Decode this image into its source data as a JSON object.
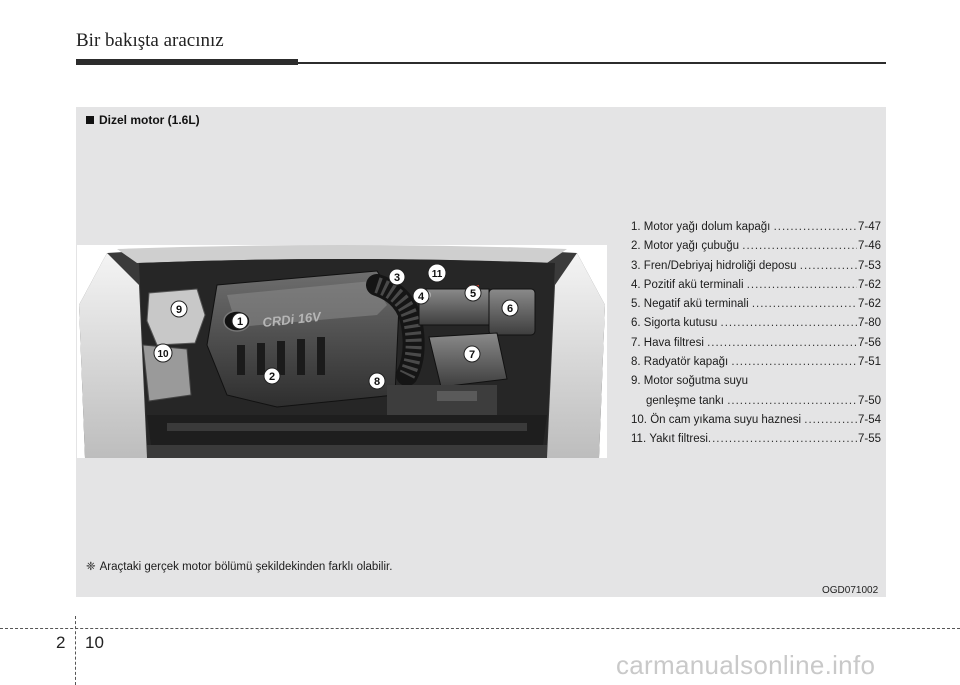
{
  "header": {
    "title": "Bir bakışta aracınız"
  },
  "section": {
    "title": "Dizel motor (1.6L)"
  },
  "engine_label": "CRDi 16V",
  "parts": [
    {
      "num": "1.",
      "name": "Motor yağı dolum kapağı",
      "page": "7-47"
    },
    {
      "num": "2.",
      "name": "Motor yağı çubuğu",
      "page": "7-46"
    },
    {
      "num": "3.",
      "name": "Fren/Debriyaj hidroliği deposu",
      "page": "7-53"
    },
    {
      "num": "4.",
      "name": "Pozitif akü terminali",
      "page": "7-62"
    },
    {
      "num": "5.",
      "name": "Negatif akü terminali",
      "page": "7-62"
    },
    {
      "num": "6.",
      "name": "Sigorta kutusu",
      "page": "7-80"
    },
    {
      "num": "7.",
      "name": "Hava filtresi",
      "page": "7-56"
    },
    {
      "num": "8.",
      "name": "Radyatör kapağı",
      "page": "7-51"
    },
    {
      "num": "9.",
      "name": "Motor soğutma suyu",
      "name2": "genleşme tankı",
      "page": "7-50"
    },
    {
      "num": "10.",
      "name": "Ön cam yıkama suyu haznesi",
      "page": "7-54"
    },
    {
      "num": "11.",
      "name": "Yakıt filtresi",
      "page": "7-55"
    }
  ],
  "callouts": [
    "1",
    "2",
    "3",
    "4",
    "5",
    "6",
    "7",
    "8",
    "9",
    "10",
    "11"
  ],
  "note": {
    "marker": "❈",
    "text": "Araçtaki gerçek motor bölümü şekildekinden farklı olabilir."
  },
  "figure_code": "OGD071002",
  "footer": {
    "chapter": "2",
    "page": "10"
  },
  "watermark": "carmanualsonline.info"
}
